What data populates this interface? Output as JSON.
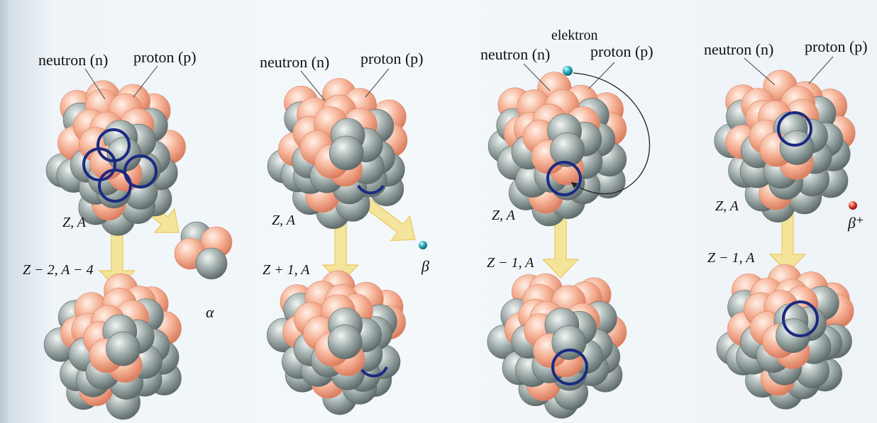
{
  "colors": {
    "neutron": "#9aa6a4",
    "proton": "#f3a88a",
    "ring": "#1b2a80",
    "arrow": "#f4e08a",
    "electron": "#1f9aa8",
    "positron": "#d8382c"
  },
  "panels": [
    {
      "neutron_label": "neutron (n)",
      "proton_label": "proton (p)",
      "parent_label": "Z, A",
      "daughter_label": "Z − 2, A − 4",
      "emitted_label": "α"
    },
    {
      "neutron_label": "neutron (n)",
      "proton_label": "proton (p)",
      "parent_label": "Z, A",
      "daughter_label": "Z + 1, A",
      "emitted_label": "β"
    },
    {
      "neutron_label": "neutron (n)",
      "proton_label": "proton (p)",
      "electron_label": "elektron",
      "parent_label": "Z, A",
      "daughter_label": "Z − 1, A"
    },
    {
      "neutron_label": "neutron (n)",
      "proton_label": "proton (p)",
      "parent_label": "Z, A",
      "daughter_label": "Z − 1, A",
      "emitted_label": "β⁺"
    }
  ]
}
